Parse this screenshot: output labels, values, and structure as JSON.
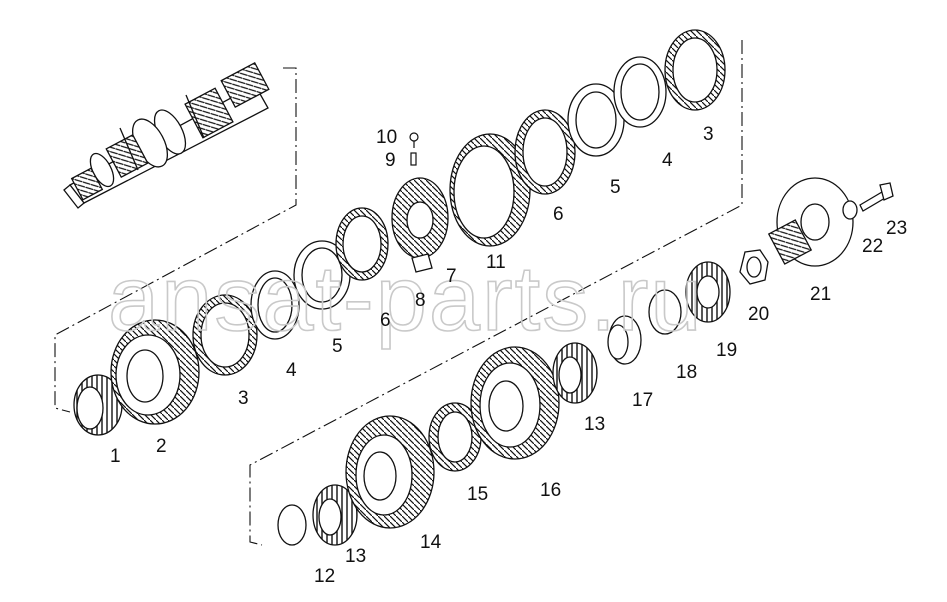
{
  "watermark": "ansat-parts.ru",
  "callouts": {
    "n1": "1",
    "n2": "2",
    "n3a": "3",
    "n3b": "3",
    "n4a": "4",
    "n4b": "4",
    "n5a": "5",
    "n5b": "5",
    "n6a": "6",
    "n6b": "6",
    "n7": "7",
    "n8": "8",
    "n9": "9",
    "n10": "10",
    "n11": "11",
    "n12": "12",
    "n13a": "13",
    "n13b": "13",
    "n14": "14",
    "n15": "15",
    "n16": "16",
    "n17": "17",
    "n18": "18",
    "n19": "19",
    "n20": "20",
    "n21": "21",
    "n22": "22",
    "n23": "23"
  },
  "colors": {
    "ink": "#111111",
    "watermark": "#c9c9c9",
    "background": "#ffffff"
  }
}
